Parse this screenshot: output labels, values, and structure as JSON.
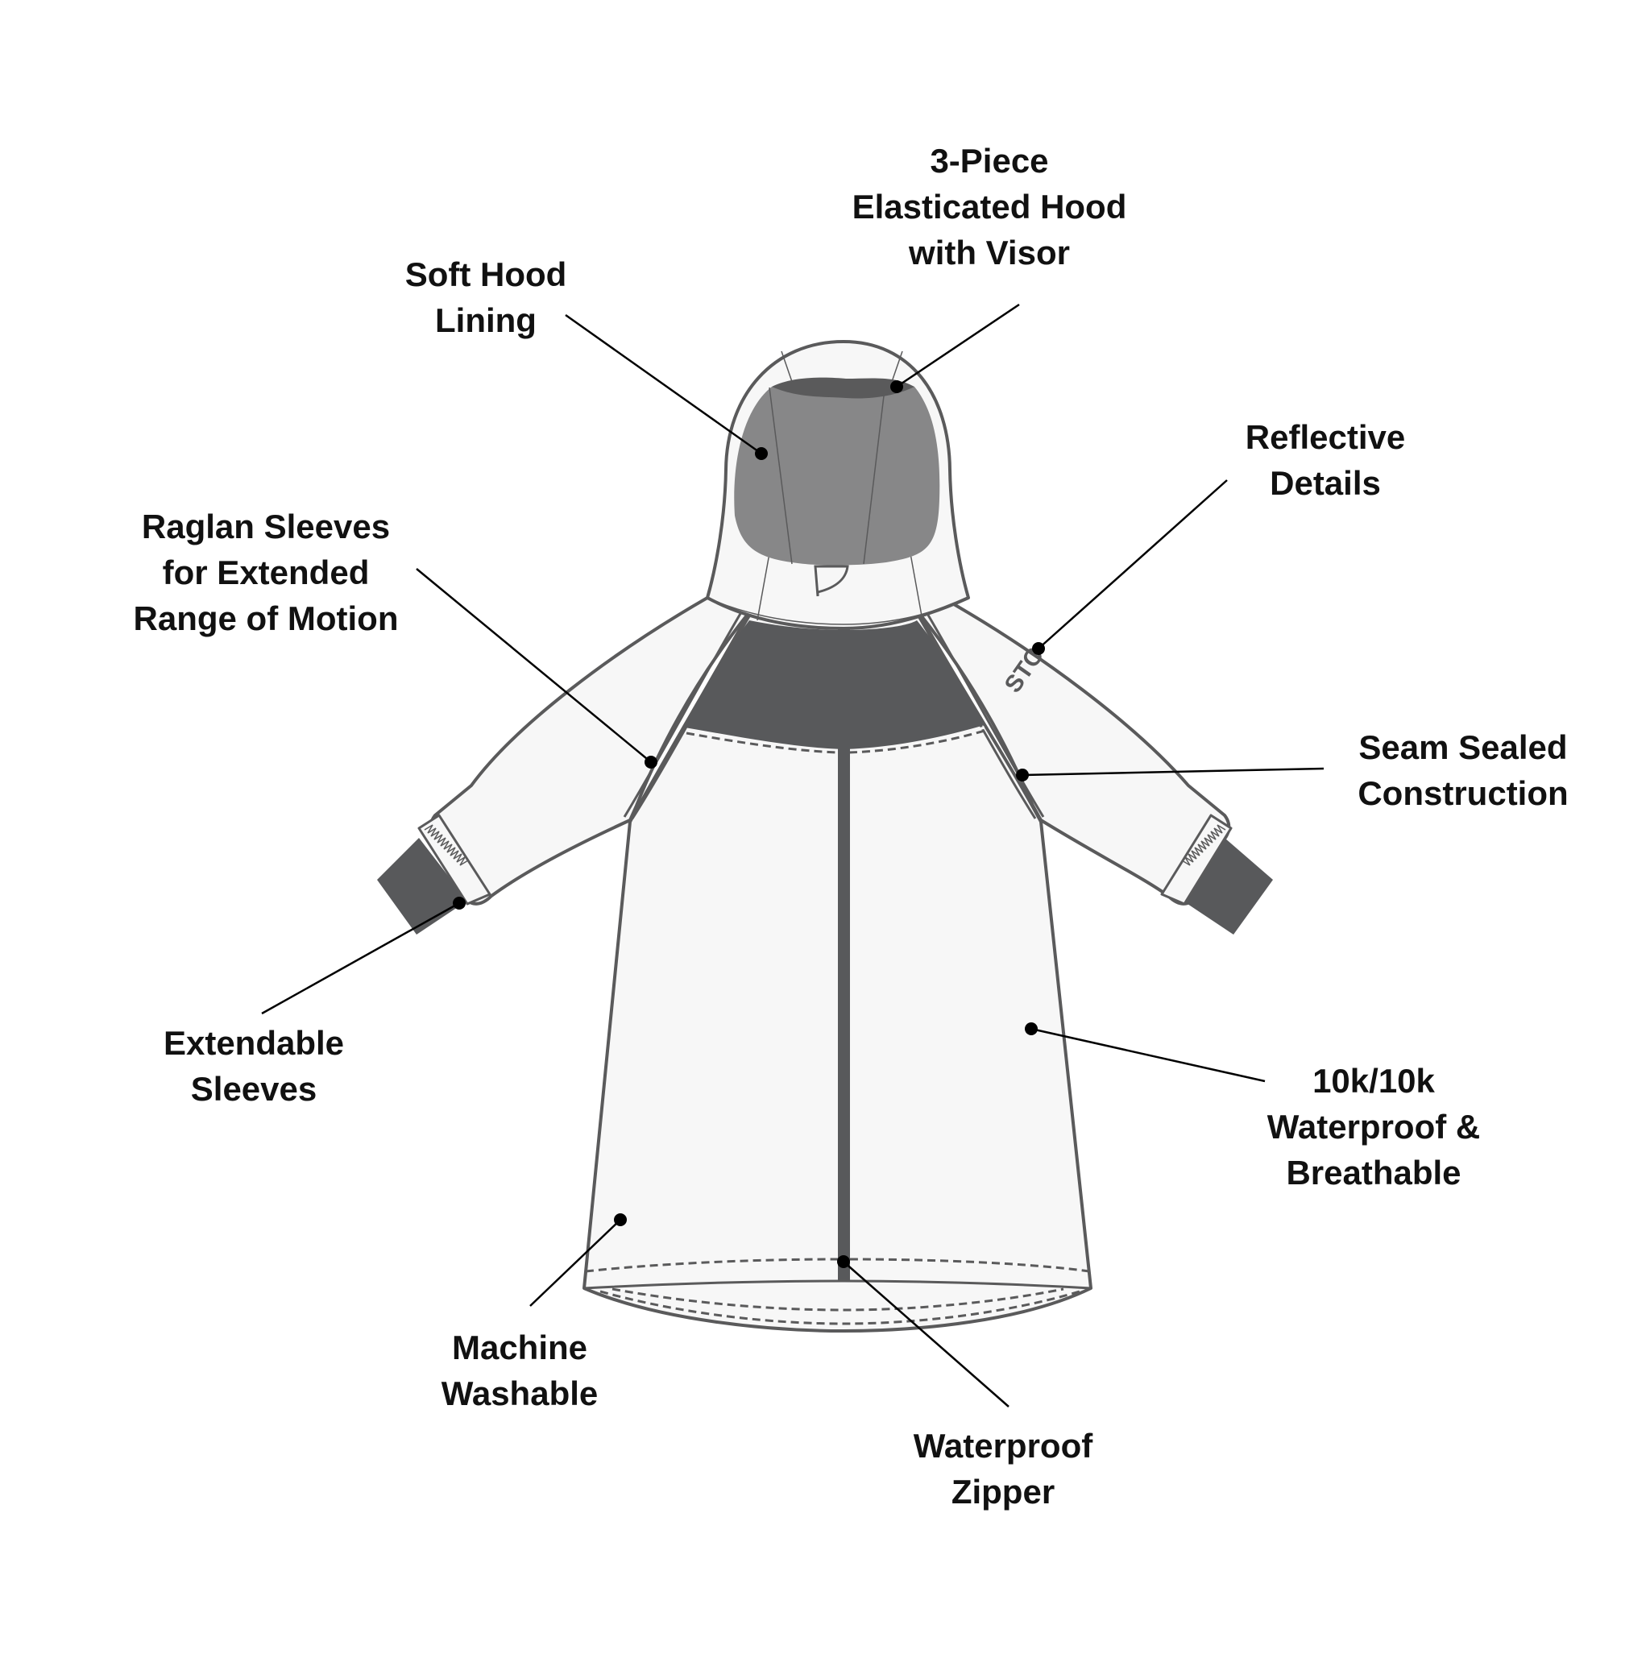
{
  "figure": {
    "subject": "Kids raincoat technical flat with feature callouts",
    "colors": {
      "background": "#ffffff",
      "garment_fill": "#f7f7f7",
      "outline": "#5a5a5b",
      "dark_panel": "#58595b",
      "hood_lining": "#878788",
      "hood_visor": "#5a5a5b",
      "leader": "#000000"
    },
    "sleeve_print": "STO"
  },
  "callouts": [
    {
      "id": "soft-hood-lining",
      "lines": [
        "Soft Hood",
        "Lining"
      ]
    },
    {
      "id": "elasticated-hood",
      "lines": [
        "3-Piece",
        "Elasticated Hood",
        "with Visor"
      ]
    },
    {
      "id": "reflective-details",
      "lines": [
        "Reflective",
        "Details"
      ]
    },
    {
      "id": "raglan-sleeves",
      "lines": [
        "Raglan Sleeves",
        "for Extended",
        "Range of Motion"
      ]
    },
    {
      "id": "seam-sealed",
      "lines": [
        "Seam Sealed",
        "Construction"
      ]
    },
    {
      "id": "extendable-sleeves",
      "lines": [
        "Extendable",
        "Sleeves"
      ]
    },
    {
      "id": "waterproof-breathable",
      "lines": [
        "10k/10k",
        "Waterproof &",
        "Breathable"
      ]
    },
    {
      "id": "machine-washable",
      "lines": [
        "Machine",
        "Washable"
      ]
    },
    {
      "id": "waterproof-zipper",
      "lines": [
        "Waterproof",
        "Zipper"
      ]
    }
  ]
}
